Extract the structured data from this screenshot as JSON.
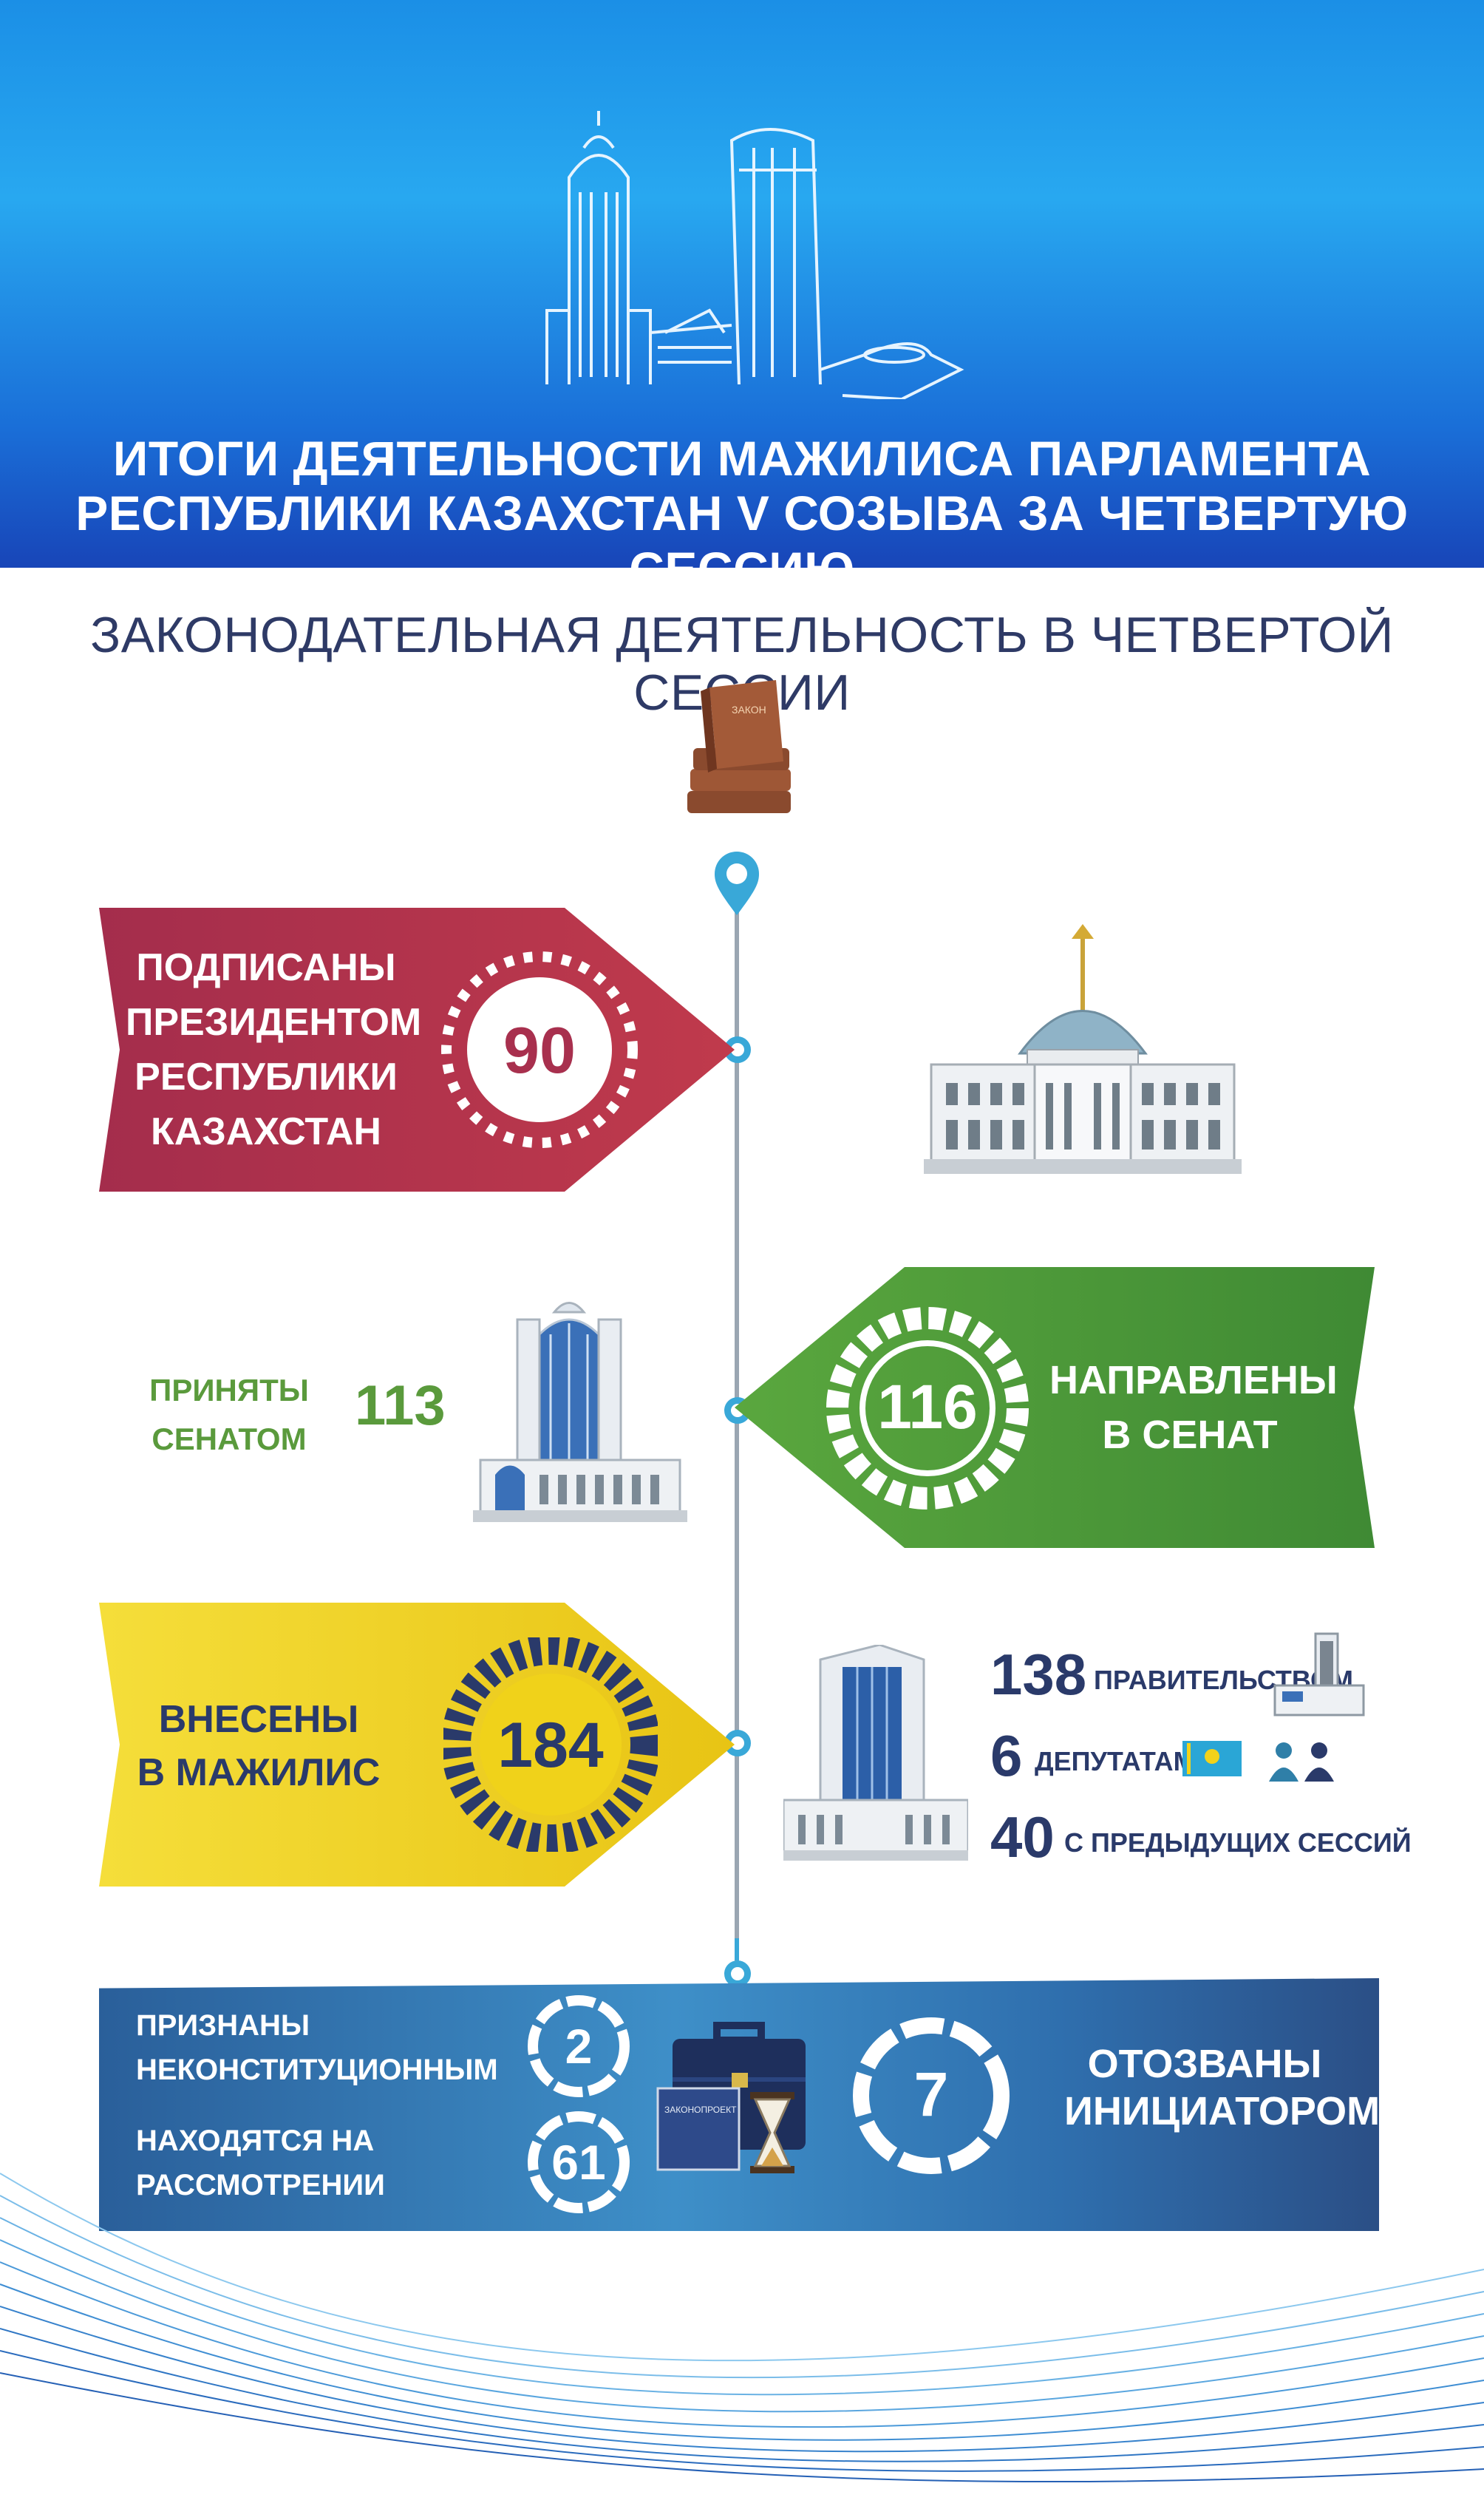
{
  "header": {
    "title_line1": "ИТОГИ ДЕЯТЕЛЬНОСТИ МАЖИЛИСА ПАРЛАМЕНТА",
    "title_line2": "РЕСПУБЛИКИ КАЗАХСТАН V СОЗЫВА ЗА ЧЕТВЕРТУЮ СЕССИЮ"
  },
  "section_title": "ЗАКОНОДАТЕЛЬНАЯ ДЕЯТЕЛЬНОСТЬ В ЧЕТВЕРТОЙ СЕССИИ",
  "book_label": "ЗАКОН",
  "signed": {
    "lines": [
      "ПОДПИСАНЫ",
      "ПРЕЗИДЕНТОМ",
      "РЕСПУБЛИКИ",
      "КАЗАХСТАН"
    ],
    "number": "90"
  },
  "senate": {
    "accepted_lines": [
      "ПРИНЯТЫ",
      "СЕНАТОМ"
    ],
    "accepted_number": "113",
    "sent_number": "116",
    "sent_lines": [
      "НАПРАВЛЕНЫ",
      "В СЕНАТ"
    ]
  },
  "mazhilis": {
    "lines": [
      "ВНЕСЕНЫ",
      "В МАЖИЛИС"
    ],
    "number": "184",
    "breakdown": [
      {
        "number": "138",
        "label": "ПРАВИТЕЛЬСТВОМ"
      },
      {
        "number": "6",
        "label": "ДЕПУТАТАМИ"
      },
      {
        "number": "40",
        "label": "С ПРЕДЫДУЩИХ СЕССИЙ"
      }
    ]
  },
  "bottom": {
    "unconstitutional_lines": [
      "ПРИЗНАНЫ",
      "НЕКОНСТИТУЦИОННЫМ"
    ],
    "unconstitutional_number": "2",
    "pending_lines": [
      "НАХОДЯТСЯ НА",
      "РАССМОТРЕНИИ"
    ],
    "pending_number": "61",
    "withdrawn_number": "7",
    "withdrawn_lines": [
      "ОТОЗВАНЫ",
      "ИНИЦИАТОРОМ"
    ],
    "folder_label": "ЗАКОНОПРОЕКТ"
  },
  "colors": {
    "red": "#a8304e",
    "green": "#4d9b3a",
    "yellow": "#f0d21a",
    "navy": "#2a3a6a",
    "accent": "#39a8d8"
  }
}
